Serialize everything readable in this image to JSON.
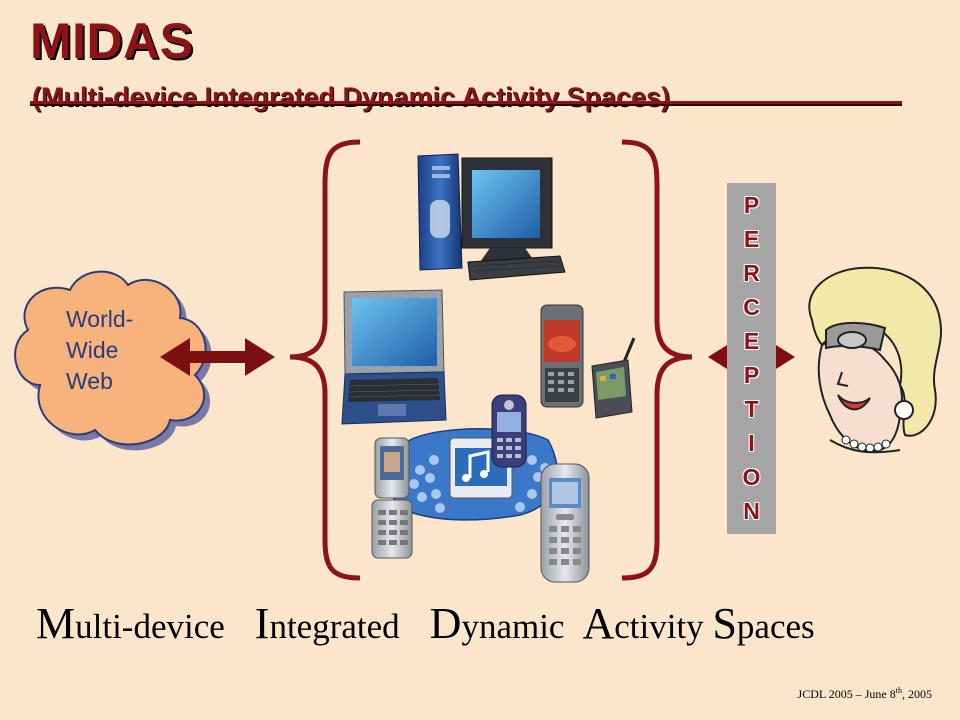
{
  "title": "MIDAS",
  "subtitle": "(Multi-device Integrated Dynamic Activity Spaces)",
  "cloud": {
    "line1": "World-",
    "line2": "Wide",
    "line3": "Web"
  },
  "perception_letters": [
    "P",
    "E",
    "R",
    "C",
    "E",
    "P",
    "T",
    "I",
    "O",
    "N"
  ],
  "acronym_words": [
    {
      "initial": "M",
      "rest": "ulti-device"
    },
    {
      "initial": "I",
      "rest": "ntegrated"
    },
    {
      "initial": "D",
      "rest": "ynamic"
    },
    {
      "initial": "A",
      "rest": "ctivity"
    },
    {
      "initial": "S",
      "rest": "paces"
    }
  ],
  "footer": {
    "text": "JCDL 2005 – June 8",
    "sup": "th",
    "suffix": ", 2005"
  },
  "colors": {
    "background": "#fbe6cc",
    "accent": "#8a1418",
    "cloud": "#f8b37c",
    "cloud_shadow": "#7a7aa6",
    "device_blue": "#2d6cb8"
  },
  "icons": [
    "desktop-computer-icon",
    "laptop-icon",
    "pda-phone-icon",
    "palm-pda-icon",
    "flip-phone-icon",
    "nokia-game-phone-icon",
    "candybar-phone-icon",
    "motorola-phone-icon",
    "woman-face-icon",
    "cloud-shape"
  ]
}
